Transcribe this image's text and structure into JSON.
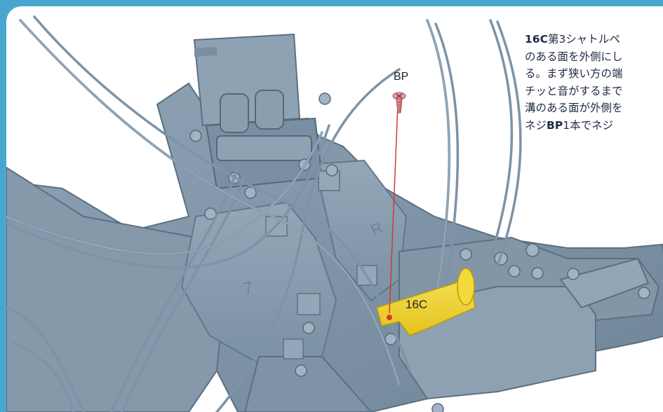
{
  "instructions": {
    "part_id": "16C",
    "line1_rest": "第3シャトルペ",
    "line2": "のある面を外側にし",
    "line3": "る。まず狭い方の端",
    "line4": "チッと音がするまで",
    "line5": "溝のある面が外側を",
    "line6_pre": "ネジ",
    "line6_screw": "BP",
    "line6_post": "1本でネジ"
  },
  "callouts": {
    "screw_label": "BP",
    "part_label": "16C"
  },
  "colors": {
    "frame": "#49a7cf",
    "model": "#7f95a8",
    "part_highlight": "#f2d536",
    "screw": "#d9848a",
    "guide_line": "#d53a2c"
  },
  "icons": {
    "screw": "screw-icon",
    "guide": "guide-line"
  }
}
